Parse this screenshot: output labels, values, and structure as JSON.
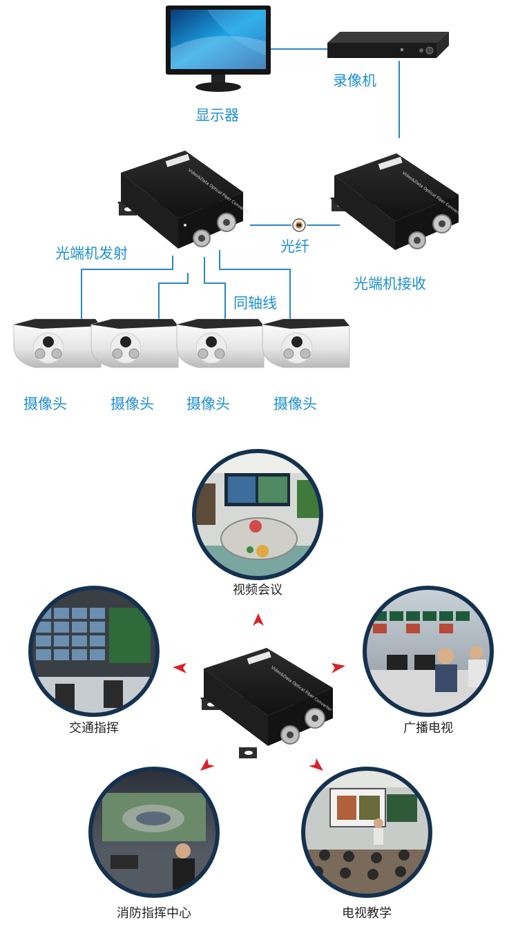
{
  "colors": {
    "accent_blue": "#1e8fd0",
    "line_blue": "#2a86bf",
    "arrow_red": "#d9222a",
    "circle_border": "#15314f",
    "device_black": "#1b1b1b"
  },
  "diagram": {
    "monitor_label": "显示器",
    "recorder_label": "录像机",
    "transmitter_label": "光端机发射",
    "receiver_label": "光端机接收",
    "fiber_label": "光纤",
    "coax_label": "同轴线",
    "camera_labels": [
      "摄像头",
      "摄像头",
      "摄像头",
      "摄像头"
    ],
    "device_caption": "Video&Data Optical Fiber Converter"
  },
  "applications": [
    {
      "label": "视频会议",
      "icon": "conference-room-photo"
    },
    {
      "label": "交通指挥",
      "icon": "traffic-control-photo"
    },
    {
      "label": "广播电视",
      "icon": "broadcast-studio-photo"
    },
    {
      "label": "消防指挥中心",
      "icon": "fire-command-photo"
    },
    {
      "label": "电视教学",
      "icon": "tv-classroom-photo"
    }
  ]
}
